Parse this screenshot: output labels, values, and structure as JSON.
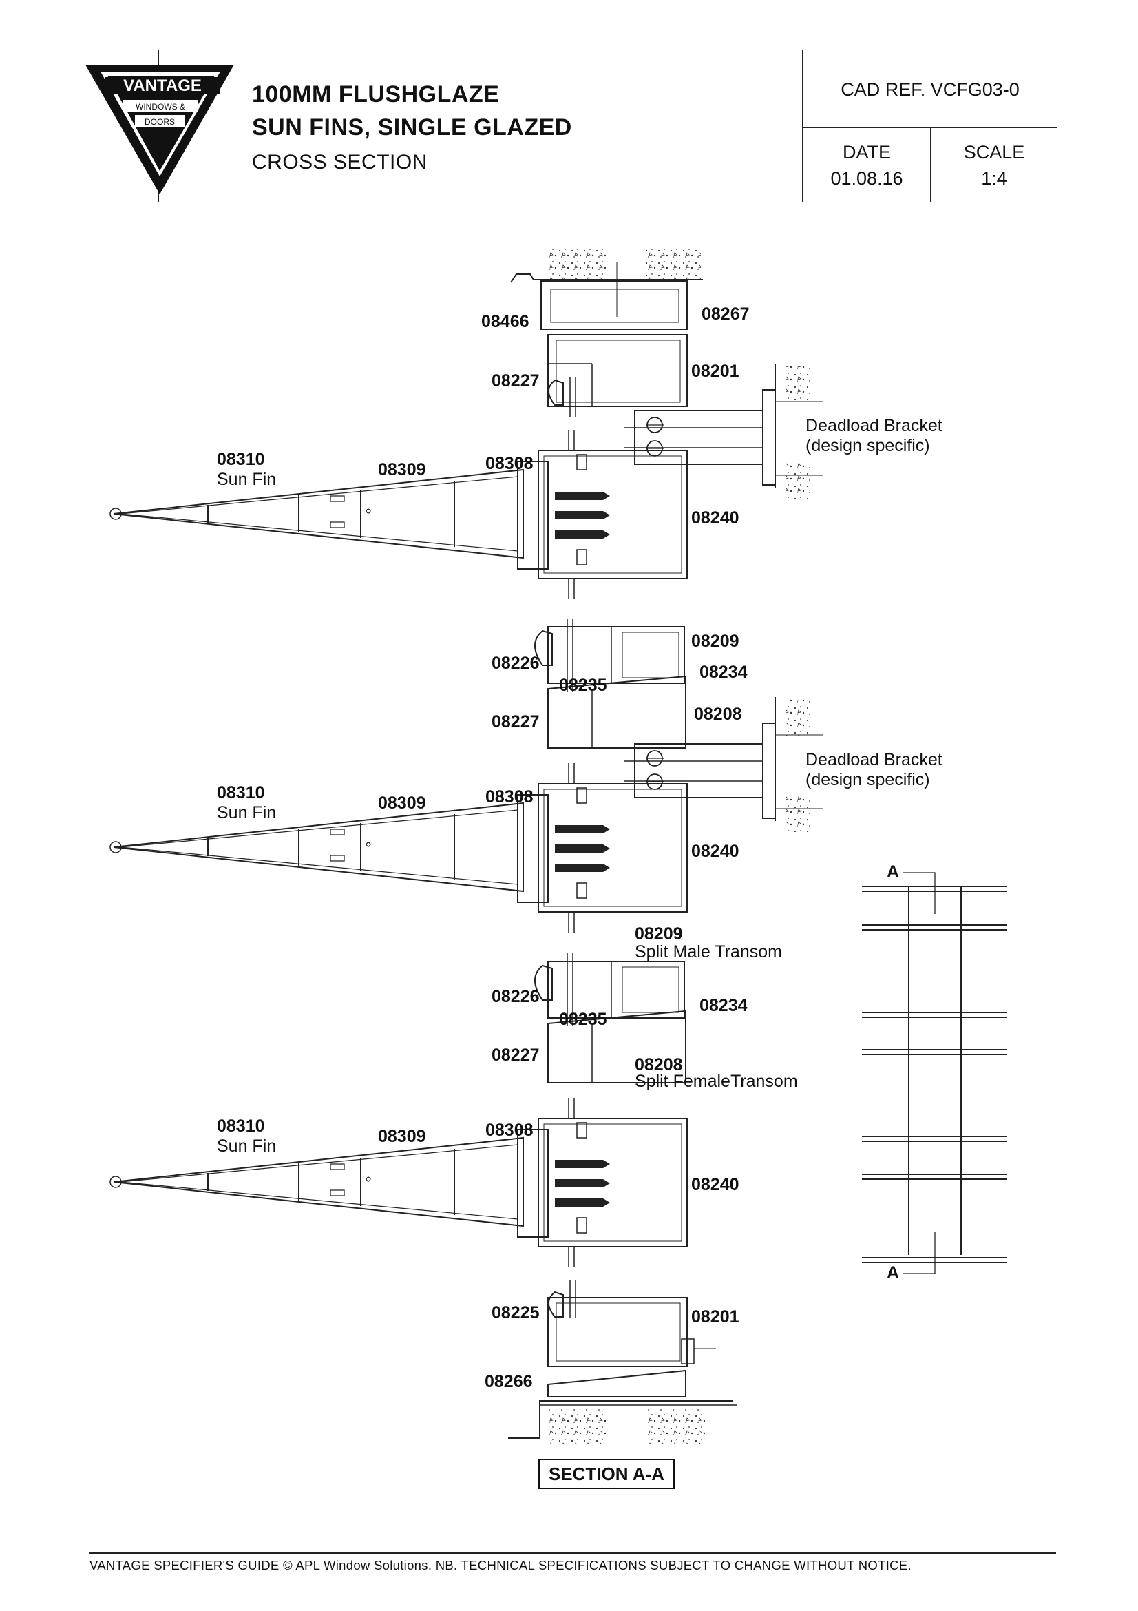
{
  "logo": {
    "brand": "VANTAGE",
    "line2": "WINDOWS &",
    "line3": "DOORS"
  },
  "title": {
    "line1": "100MM FLUSHGLAZE",
    "line2": "SUN FINS, SINGLE GLAZED",
    "line3": "CROSS SECTION"
  },
  "cad_ref": "CAD REF.  VCFG03-0",
  "date": {
    "label": "DATE",
    "value": "01.08.16"
  },
  "scale": {
    "label": "SCALE",
    "value": "1:4"
  },
  "labels": {
    "p08466": "08466",
    "p08267": "08267",
    "p08227a": "08227",
    "p08201a": "08201",
    "bracket1_l1": "Deadload Bracket",
    "bracket1_l2": "(design specific)",
    "fin1_code": "08310",
    "fin1_name": "Sun Fin",
    "p08309a": "08309",
    "p08308a": "08308",
    "p08240a": "08240",
    "p08209a": "08209",
    "p08226a": "08226",
    "p08234a": "08234",
    "p08235a": "08235",
    "p08227b": "08227",
    "p08208a": "08208",
    "bracket2_l1": "Deadload Bracket",
    "bracket2_l2": "(design specific)",
    "fin2_code": "08310",
    "fin2_name": "Sun Fin",
    "p08309b": "08309",
    "p08308b": "08308",
    "p08240b": "08240",
    "p08209b": "08209",
    "split_male": "Split Male Transom",
    "p08226b": "08226",
    "p08234b": "08234",
    "p08235b": "08235",
    "p08227c": "08227",
    "p08208b": "08208",
    "split_female": "Split FemaleTransom",
    "fin3_code": "08310",
    "fin3_name": "Sun Fin",
    "p08309c": "08309",
    "p08308c": "08308",
    "p08240c": "08240",
    "p08225": "08225",
    "p08201b": "08201",
    "p08266": "08266",
    "sec_a_top": "A",
    "sec_a_bottom": "A"
  },
  "section_title": "SECTION A-A",
  "footer": "VANTAGE SPECIFIER'S GUIDE  © APL Window Solutions. NB. TECHNICAL SPECIFICATIONS SUBJECT TO CHANGE WITHOUT NOTICE."
}
